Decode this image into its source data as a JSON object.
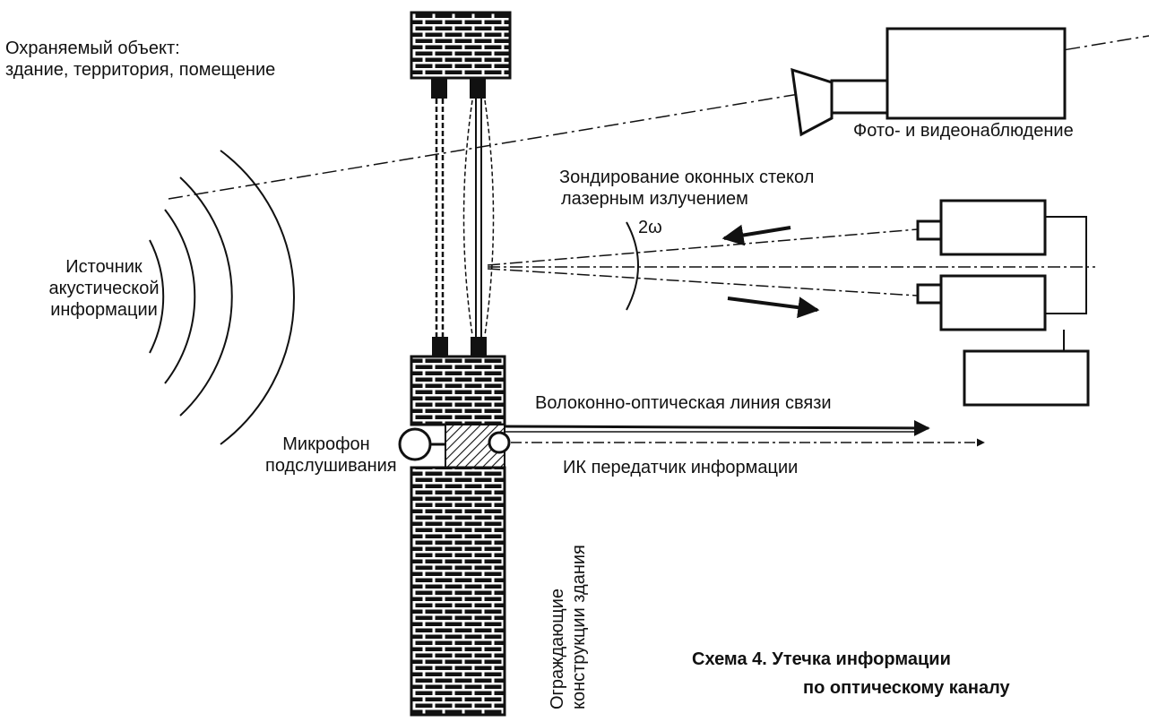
{
  "labels": {
    "object_line1": "Охраняемый объект:",
    "object_line2": "здание, территория, помещение",
    "photo_video": "Фото- и видеонаблюдение",
    "laser_line1": "Зондирование оконных стекол",
    "laser_line2": "лазерным излучением",
    "two_omega": "2ω",
    "source_line1": "Источник",
    "source_line2": "акустической",
    "source_line3": "информации",
    "fiber": "Волоконно-оптическая линия связи",
    "mic_line1": "Микрофон",
    "mic_line2": "подслушивания",
    "ir": "ИК передатчик информации",
    "walls_line1": "Ограждающие",
    "walls_line2": "конструкции здания",
    "caption_line1": "Схема 4. Утечка информации",
    "caption_line2": "по оптическому каналу"
  },
  "icons": [
    "camera-icon",
    "laser-device-icon",
    "sound-waves-icon",
    "microphone-icon",
    "brick-wall-icon"
  ],
  "colors": {
    "ink": "#111111",
    "background": "#ffffff"
  }
}
